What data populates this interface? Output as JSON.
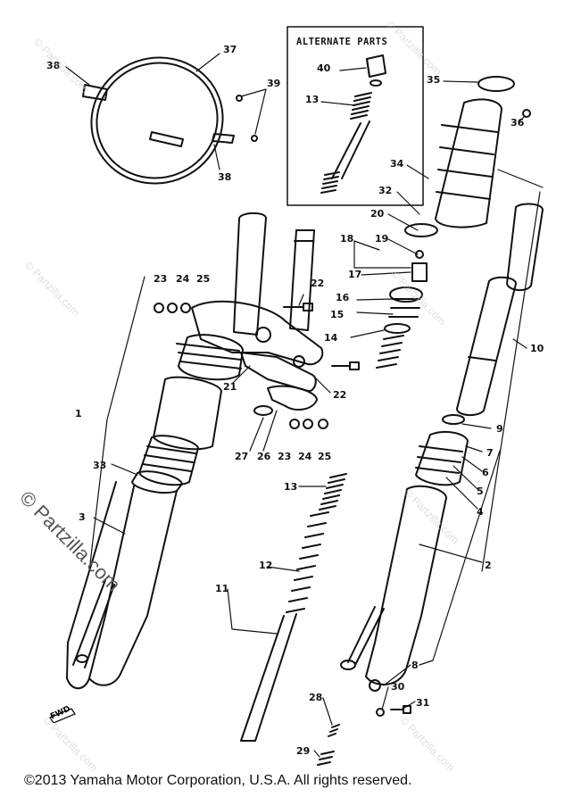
{
  "diagram": {
    "alternate_parts_title": "ALTERNATE PARTS",
    "fwd_label": "FWD",
    "watermark_main": "© Partzilla.com",
    "watermark_small": "© Partzilla.com",
    "copyright": "©2013 Yamaha Motor Corporation, U.S.A. All rights reserved.",
    "callouts": [
      {
        "id": "37",
        "label": "37"
      },
      {
        "id": "38a",
        "label": "38"
      },
      {
        "id": "38b",
        "label": "38"
      },
      {
        "id": "39",
        "label": "39"
      },
      {
        "id": "40",
        "label": "40"
      },
      {
        "id": "13a",
        "label": "13"
      },
      {
        "id": "35",
        "label": "35"
      },
      {
        "id": "36",
        "label": "36"
      },
      {
        "id": "34",
        "label": "34"
      },
      {
        "id": "32",
        "label": "32"
      },
      {
        "id": "20",
        "label": "20"
      },
      {
        "id": "18",
        "label": "18"
      },
      {
        "id": "19",
        "label": "19"
      },
      {
        "id": "17",
        "label": "17"
      },
      {
        "id": "16",
        "label": "16"
      },
      {
        "id": "15",
        "label": "15"
      },
      {
        "id": "14",
        "label": "14"
      },
      {
        "id": "10",
        "label": "10"
      },
      {
        "id": "23a",
        "label": "23"
      },
      {
        "id": "24a",
        "label": "24"
      },
      {
        "id": "25a",
        "label": "25"
      },
      {
        "id": "22a",
        "label": "22"
      },
      {
        "id": "22b",
        "label": "22"
      },
      {
        "id": "21",
        "label": "21"
      },
      {
        "id": "1",
        "label": "1"
      },
      {
        "id": "9",
        "label": "9"
      },
      {
        "id": "7",
        "label": "7"
      },
      {
        "id": "6",
        "label": "6"
      },
      {
        "id": "5",
        "label": "5"
      },
      {
        "id": "4",
        "label": "4"
      },
      {
        "id": "27",
        "label": "27"
      },
      {
        "id": "26",
        "label": "26"
      },
      {
        "id": "23b",
        "label": "23"
      },
      {
        "id": "24b",
        "label": "24"
      },
      {
        "id": "25b",
        "label": "25"
      },
      {
        "id": "33",
        "label": "33"
      },
      {
        "id": "3",
        "label": "3"
      },
      {
        "id": "13b",
        "label": "13"
      },
      {
        "id": "2",
        "label": "2"
      },
      {
        "id": "12",
        "label": "12"
      },
      {
        "id": "11",
        "label": "11"
      },
      {
        "id": "8",
        "label": "8"
      },
      {
        "id": "30",
        "label": "30"
      },
      {
        "id": "28",
        "label": "28"
      },
      {
        "id": "31",
        "label": "31"
      },
      {
        "id": "29",
        "label": "29"
      }
    ]
  }
}
